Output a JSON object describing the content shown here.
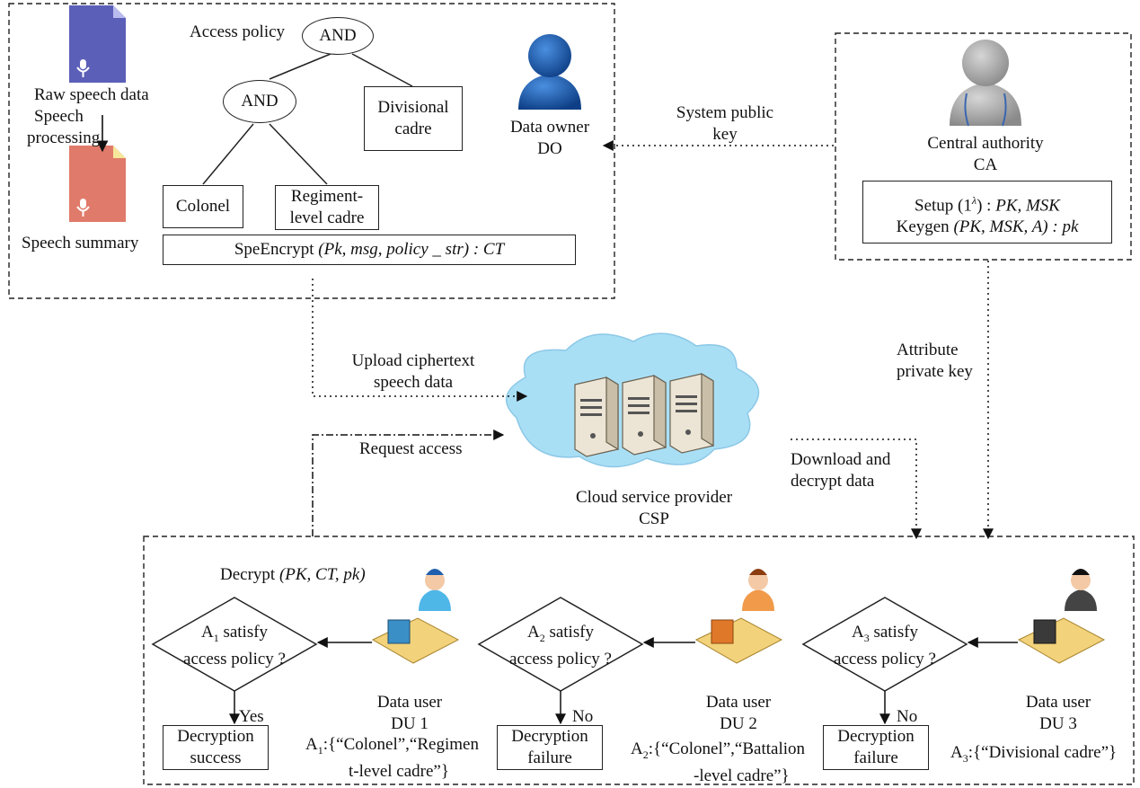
{
  "data_owner": {
    "access_policy_label": "Access policy",
    "and_top": "AND",
    "and_mid": "AND",
    "divisional_cadre": [
      "Divisional",
      "cadre"
    ],
    "colonel": "Colonel",
    "regiment_cadre": [
      "Regiment-",
      "level cadre"
    ],
    "raw_speech": "Raw speech data",
    "speech_processing": [
      "Speech",
      "processing"
    ],
    "speech_summary": "Speech summary",
    "do_label": [
      "Data owner",
      "DO"
    ],
    "encrypt_fn": "SpeEncrypt",
    "encrypt_args": "(Pk, msg, policy _ str) : CT"
  },
  "central_authority": {
    "label": [
      "Central authority",
      "CA"
    ],
    "setup_prefix": "Setup (1",
    "setup_sup": "λ",
    "setup_suffix": ") : ",
    "setup_out": "PK, MSK",
    "keygen_prefix": "Keygen ",
    "keygen_args": "(PK, MSK, A) : pk"
  },
  "arrows": {
    "system_public_key": [
      "System public",
      "key"
    ],
    "attribute_private_key": [
      "Attribute",
      "private key"
    ],
    "upload": [
      "Upload ciphertext",
      "speech data"
    ],
    "request_access": "Request access",
    "download": [
      "Download and",
      "decrypt data"
    ]
  },
  "csp": {
    "label": [
      "Cloud service provider",
      "CSP"
    ]
  },
  "users": {
    "decrypt_fn": "Decrypt ",
    "decrypt_args": "(PK, CT, pk)",
    "du1": {
      "check_a": "A",
      "check_sub": "1",
      "check_b": " satisfy",
      "check_c": "access policy ?",
      "edge": "Yes",
      "result": [
        "Decryption",
        "success"
      ],
      "label": [
        "Data user",
        "DU 1"
      ],
      "attr_a": "A",
      "attr_sub": "1",
      "attr_l1": ":{“Colonel”,“Regimen",
      "attr_l2": "t-level cadre”}"
    },
    "du2": {
      "check_a": "A",
      "check_sub": "2",
      "check_b": " satisfy",
      "check_c": "access policy ?",
      "edge": "No",
      "result": [
        "Decryption",
        "failure"
      ],
      "label": [
        "Data user",
        "DU 2"
      ],
      "attr_a": "A",
      "attr_sub": "2",
      "attr_l1": ":{“Colonel”,“Battalion",
      "attr_l2": "-level cadre”}"
    },
    "du3": {
      "check_a": "A",
      "check_sub": "3",
      "check_b": " satisfy",
      "check_c": "access policy ?",
      "edge": "No",
      "result": [
        "Decryption",
        "failure"
      ],
      "label": [
        "Data user",
        "DU 3"
      ],
      "attr_a": "A",
      "attr_sub": "3",
      "attr_l1": ":{“Divisional cadre”}"
    }
  },
  "colors": {
    "speech_file": "#5b5fb8",
    "summary_file": "#e07a6a",
    "owner_person": "#1f5fae",
    "authority_person": "#a8a8a8",
    "cloud": "#a9dff5",
    "server": "#ece4d4"
  }
}
